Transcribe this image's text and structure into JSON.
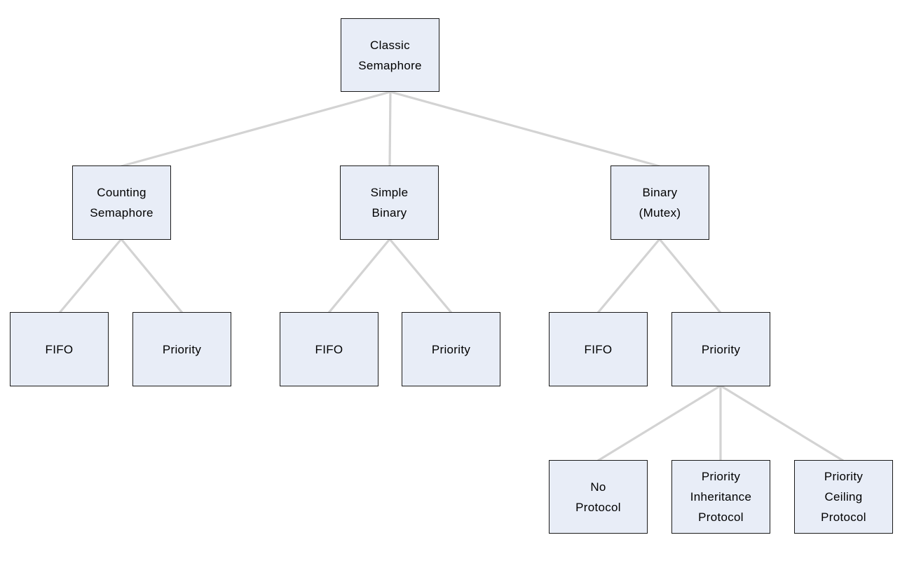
{
  "colors": {
    "background": "#ffffff",
    "node_fill": "#e8edf7",
    "node_border": "#1a1a1a",
    "connector": "#d3d3d3",
    "text": "#000000"
  },
  "nodes": {
    "classic": {
      "label": "Classic\nSemaphore"
    },
    "counting": {
      "label": "Counting\nSemaphore"
    },
    "simple_binary": {
      "label": "Simple\nBinary"
    },
    "binary_mutex": {
      "label": "Binary\n(Mutex)"
    },
    "counting_fifo": {
      "label": "FIFO"
    },
    "counting_priority": {
      "label": "Priority"
    },
    "simple_fifo": {
      "label": "FIFO"
    },
    "simple_priority": {
      "label": "Priority"
    },
    "binary_fifo": {
      "label": "FIFO"
    },
    "binary_priority": {
      "label": "Priority"
    },
    "no_protocol": {
      "label": "No\nProtocol"
    },
    "priority_inheritance": {
      "label": "Priority\nInheritance\nProtocol"
    },
    "priority_ceiling": {
      "label": "Priority\nCeiling\nProtocol"
    }
  },
  "edges": [
    {
      "from": "classic",
      "to": "counting"
    },
    {
      "from": "classic",
      "to": "simple_binary"
    },
    {
      "from": "classic",
      "to": "binary_mutex"
    },
    {
      "from": "counting",
      "to": "counting_fifo"
    },
    {
      "from": "counting",
      "to": "counting_priority"
    },
    {
      "from": "simple_binary",
      "to": "simple_fifo"
    },
    {
      "from": "simple_binary",
      "to": "simple_priority"
    },
    {
      "from": "binary_mutex",
      "to": "binary_fifo"
    },
    {
      "from": "binary_mutex",
      "to": "binary_priority"
    },
    {
      "from": "binary_priority",
      "to": "no_protocol"
    },
    {
      "from": "binary_priority",
      "to": "priority_inheritance"
    },
    {
      "from": "binary_priority",
      "to": "priority_ceiling"
    }
  ]
}
